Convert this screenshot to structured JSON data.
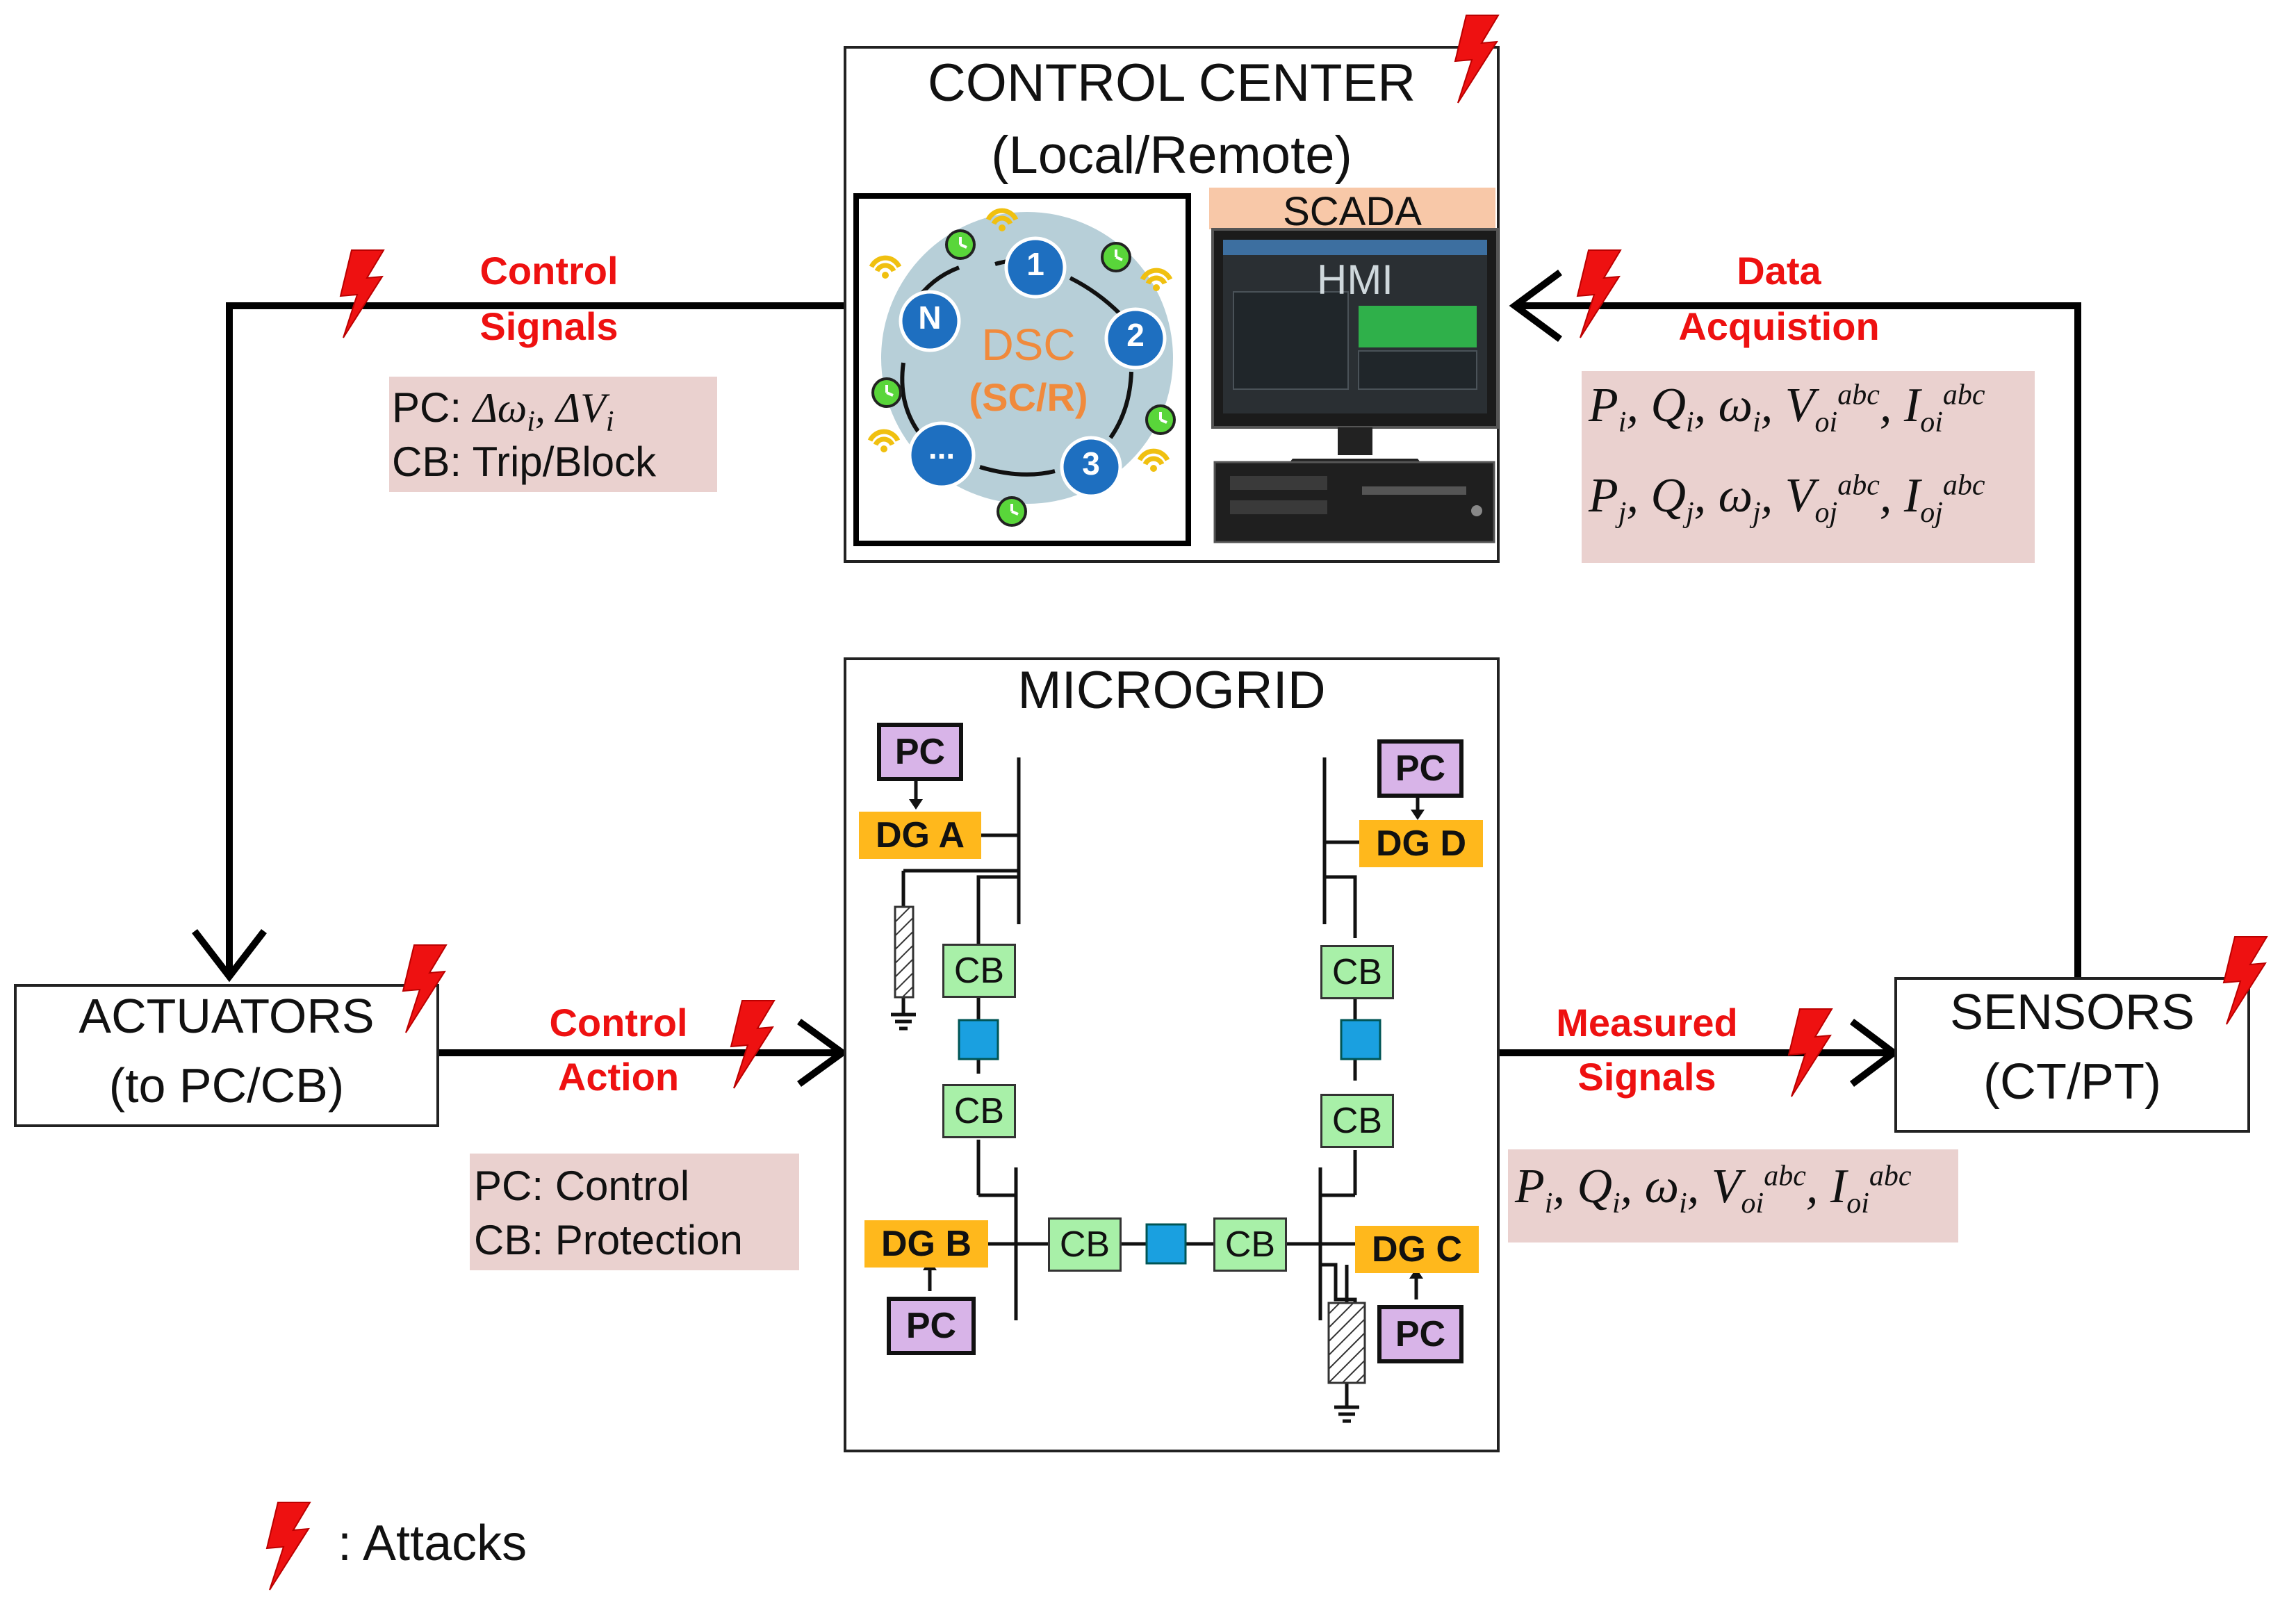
{
  "control_center": {
    "title": "CONTROL CENTER",
    "subtitle": "(Local/Remote)",
    "dsc": {
      "label": "DSC",
      "sublabel": "(SC/R)",
      "nodes": [
        "1",
        "2",
        "3",
        "...",
        "N"
      ]
    },
    "scada": {
      "label": "SCADA",
      "hmi": "HMI"
    }
  },
  "microgrid": {
    "title": "MICROGRID",
    "dg_labels": [
      "DG A",
      "DG B",
      "DG C",
      "DG D"
    ],
    "pc_label": "PC",
    "cb_label": "CB"
  },
  "actuators": {
    "line1": "ACTUATORS",
    "line2": "(to PC/CB)"
  },
  "sensors": {
    "line1": "SENSORS",
    "line2": "(CT/PT)"
  },
  "signals": {
    "control_signals": [
      "Control",
      "Signals"
    ],
    "data_acquisition": [
      "Data",
      "Acquistion"
    ],
    "control_action": [
      "Control",
      "Action"
    ],
    "measured_signals": [
      "Measured",
      "Signals"
    ]
  },
  "control_signals_box": {
    "pc_prefix": "PC:",
    "pc_vars": "Δω",
    "cb_line": "CB: Trip/Block"
  },
  "control_action_box": {
    "line1": "PC: Control",
    "line2": "CB: Protection"
  },
  "legend": {
    "label": ": Attacks"
  },
  "colors": {
    "signal_text": "#ee1111",
    "info_box": "#ead1cf",
    "dg": "#ffb81c",
    "pc": "#d8b4e8",
    "cb": "#a8f0a8",
    "bus_node": "#1aa0e0",
    "dsc_node": "#1e6fc0",
    "dsc_disc": "#b7cfd8",
    "scada_header": "#f8c8a8",
    "lightning": "#ee1111"
  }
}
